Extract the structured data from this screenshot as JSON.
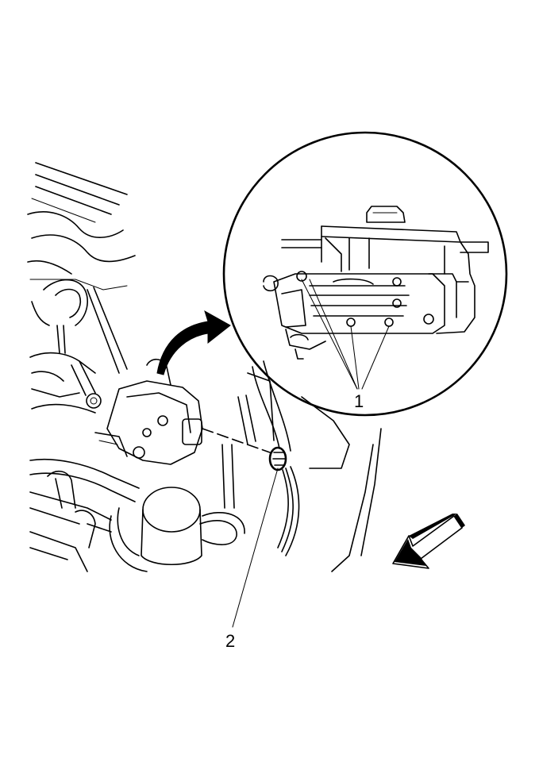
{
  "callouts": [
    {
      "id": "1",
      "label": "1"
    },
    {
      "id": "2",
      "label": "2"
    }
  ],
  "colors": {
    "line": "#000000",
    "background": "#ffffff"
  },
  "icons": [
    "curved-arrow-icon",
    "forward-arrow-icon"
  ]
}
